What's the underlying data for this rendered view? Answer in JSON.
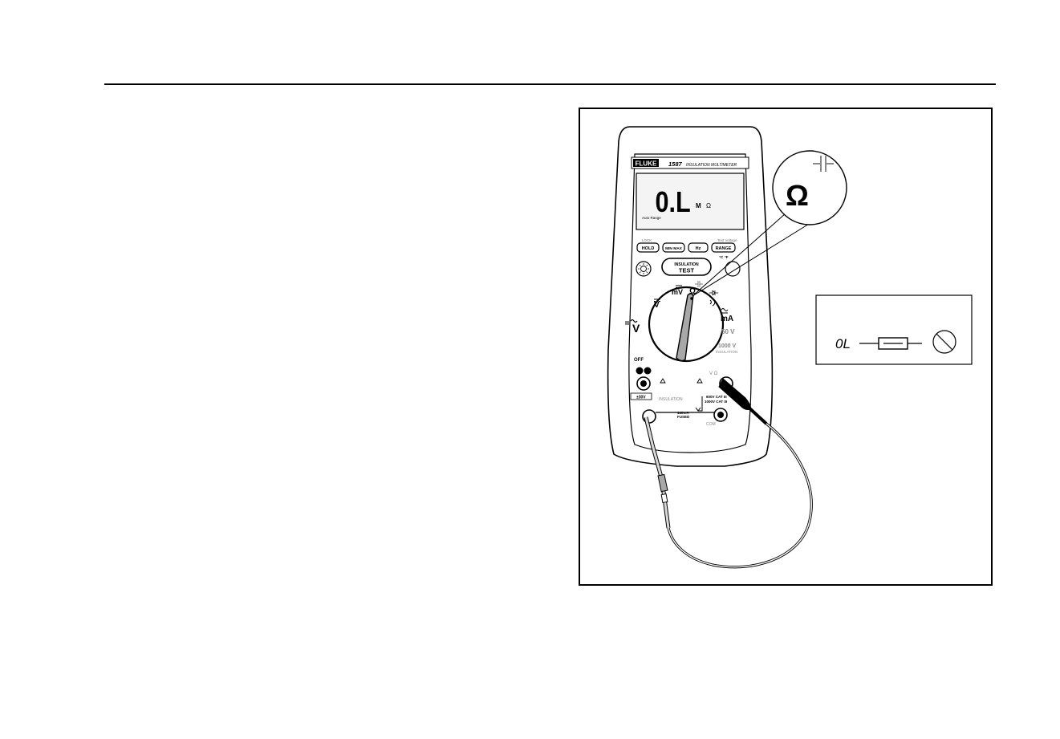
{
  "meter": {
    "brand": "FLUKE",
    "model": "1587",
    "title": "INSULATION MULTIMETER",
    "display": {
      "reading": "0.L",
      "mode": "Auto Range",
      "unit_prefix": "M",
      "unit": "Ω"
    },
    "buttons": {
      "lock": "LOCK",
      "hold": "HOLD",
      "minmax": "MIN MAX",
      "hz": "Hz",
      "range": "RANGE",
      "range_upper": "Test Voltage",
      "range_lower": "°C °F",
      "insulation": "INSULATION",
      "test": "TEST"
    },
    "dial": {
      "off": "OFF",
      "v": "V",
      "mv": "mV",
      "ohm": "Ω",
      "ma": "mA",
      "v50": "50 V",
      "v1000": "1000 V",
      "insulation": "INSULATION"
    },
    "terminals": {
      "vohm": "V Ω",
      "cat1": "600V CAT III",
      "cat2": "1000V CAT III",
      "fused1": "440mA",
      "fused2": "FUSED",
      "com": "COM",
      "insulation": "INSULATION",
      "limit": "±30V"
    }
  },
  "callout": {
    "symbol": "Ω"
  },
  "inset": {
    "reading": "0L"
  },
  "colors": {
    "line": "#000000",
    "probe_gray": "#a8a8a8",
    "light_gray": "#d9d9d9",
    "screen": "#f4f4f4"
  }
}
